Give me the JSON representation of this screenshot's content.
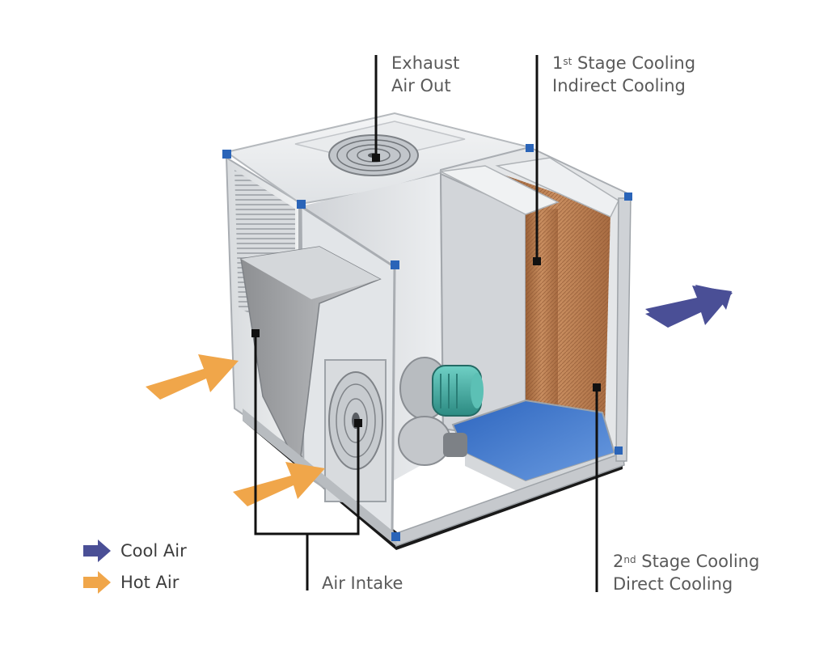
{
  "labels": {
    "exhaust_line1": "Exhaust",
    "exhaust_line2": "Air Out",
    "stage1_ordinal": "1",
    "stage1_suffix": "st",
    "stage1_rest": " Stage Cooling",
    "stage1_line2": "Indirect Cooling",
    "stage2_ordinal": "2",
    "stage2_suffix": "nd",
    "stage2_rest": " Stage Cooling",
    "stage2_line2": "Direct Cooling",
    "intake": "Air Intake"
  },
  "legend": [
    {
      "label": "Cool Air",
      "color": "#4a4f96"
    },
    {
      "label": "Hot Air",
      "color": "#f0a64a"
    }
  ],
  "colors": {
    "cool_arrow": "#4a4f96",
    "hot_arrow": "#f0a64a",
    "frame": "#c9ccd0",
    "panel": "#e6e8ea",
    "corner": "#2a64b8",
    "pad": "#b4784c",
    "water": "#3f78c8",
    "motor": "#3aa39a",
    "leader": "#111111"
  },
  "icons": [
    "exhaust-fan-icon",
    "intake-fan-icon",
    "motor-icon"
  ]
}
